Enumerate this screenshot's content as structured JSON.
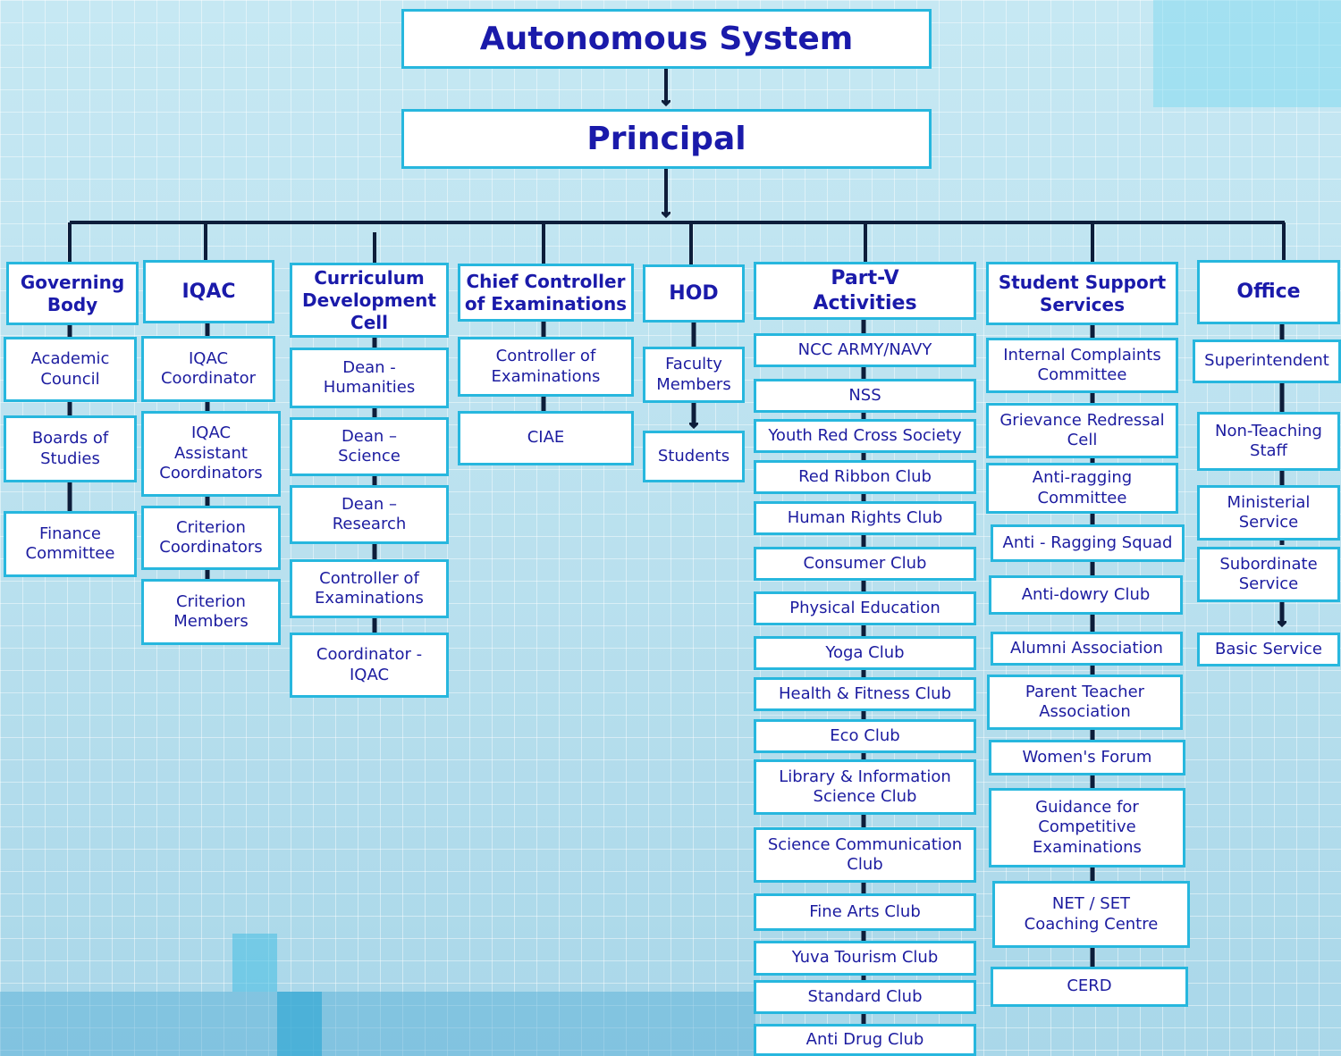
{
  "top": [
    "Autonomous System",
    "Principal"
  ],
  "columns": [
    {
      "header": "Governing\nBody",
      "items": [
        "Academic\nCouncil",
        "Boards of\nStudies",
        "Finance\nCommittee"
      ]
    },
    {
      "header": "IQAC",
      "items": [
        "IQAC\nCoordinator",
        "IQAC\nAssistant\nCoordinators",
        "Criterion\nCoordinators",
        "Criterion\nMembers"
      ]
    },
    {
      "header": "Curriculum\nDevelopment\nCell",
      "items": [
        "Dean -\nHumanities",
        "Dean –\nScience",
        "Dean –\nResearch",
        "Controller of\nExaminations",
        "Coordinator -\nIQAC"
      ]
    },
    {
      "header": "Chief Controller\nof Examinations",
      "items": [
        "Controller of\nExaminations",
        "CIAE"
      ]
    },
    {
      "header": "HOD",
      "items": [
        "Faculty\nMembers",
        "Students"
      ]
    },
    {
      "header": "Part-V\nActivities",
      "items": [
        "NCC ARMY/NAVY",
        "NSS",
        "Youth Red Cross Society",
        "Red Ribbon Club",
        "Human Rights Club",
        "Consumer Club",
        "Physical Education",
        "Yoga Club",
        "Health & Fitness Club",
        "Eco Club",
        "Library & Information\nScience Club",
        "Science Communication\nClub",
        "Fine Arts Club",
        "Yuva Tourism Club",
        "Standard Club",
        "Anti Drug Club"
      ]
    },
    {
      "header": "Student Support\nServices",
      "items": [
        "Internal Complaints\nCommittee",
        "Grievance Redressal\nCell",
        "Anti-ragging\nCommittee",
        "Anti - Ragging Squad",
        "Anti-dowry Club",
        "Alumni Association",
        "Parent Teacher\nAssociation",
        "Women's Forum",
        "Guidance for\nCompetitive\nExaminations",
        "NET / SET\nCoaching Centre",
        "CERD"
      ]
    },
    {
      "header": "Office",
      "items": [
        "Superintendent",
        "Non-Teaching\nStaff",
        "Ministerial\nService",
        "Subordinate\nService",
        "Basic Service"
      ]
    }
  ],
  "colors": {
    "box_border": "#27b7de",
    "text": "#1a1aaa",
    "line": "#0d1d3a"
  }
}
